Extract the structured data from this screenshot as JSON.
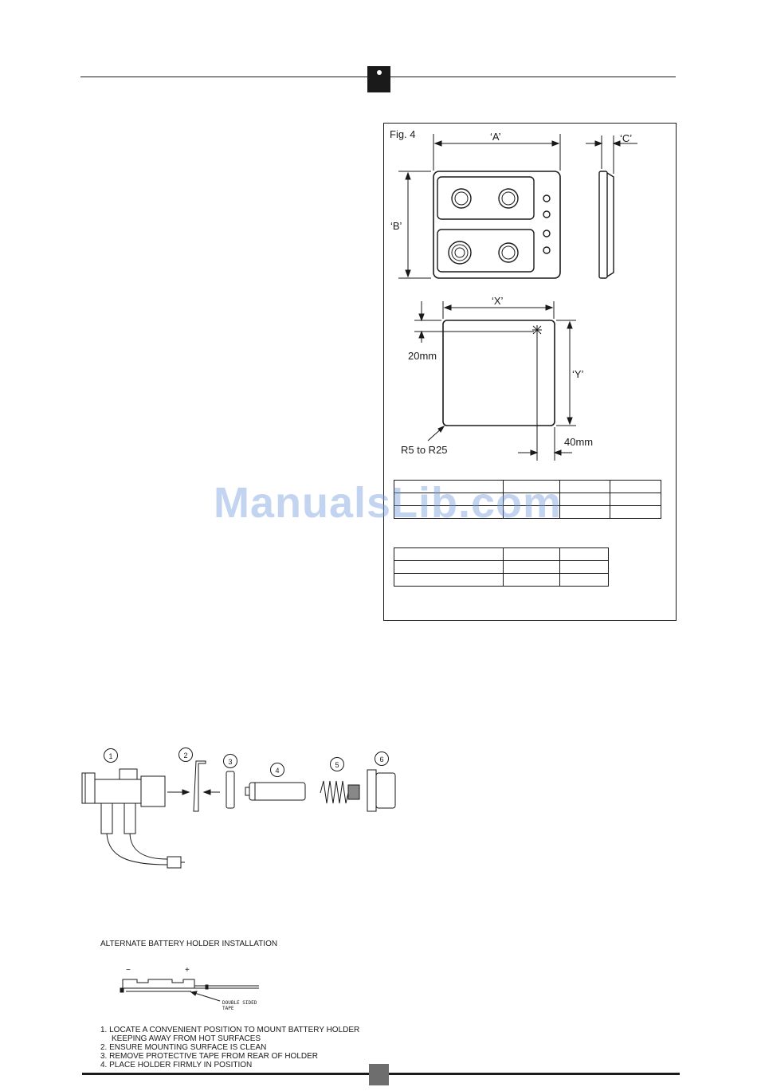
{
  "figure": {
    "label": "Fig. 4",
    "dim_a": "‘A’",
    "dim_b": "‘B’",
    "dim_c": "‘C’",
    "dim_x": "‘X’",
    "dim_y": "‘Y’",
    "dim_20": "20mm",
    "dim_40": "40mm",
    "radius": "R5 to R25"
  },
  "watermark": "ManualsLib.com",
  "battery": {
    "callouts": [
      "1",
      "2",
      "3",
      "4",
      "5",
      "6"
    ],
    "alt_title": "ALTERNATE BATTERY HOLDER INSTALLATION",
    "minus": "−",
    "plus": "+",
    "tape_line1": "DOUBLE SIDED",
    "tape_line2": "TAPE",
    "steps": [
      "1.  LOCATE A CONVENIENT POSITION TO MOUNT BATTERY HOLDER",
      "KEEPING AWAY FROM HOT SURFACES",
      "2.  ENSURE MOUNTING SURFACE IS CLEAN",
      "3.  REMOVE PROTECTIVE TAPE FROM REAR OF HOLDER",
      "4.  PLACE HOLDER FIRMLY IN POSITION"
    ]
  }
}
